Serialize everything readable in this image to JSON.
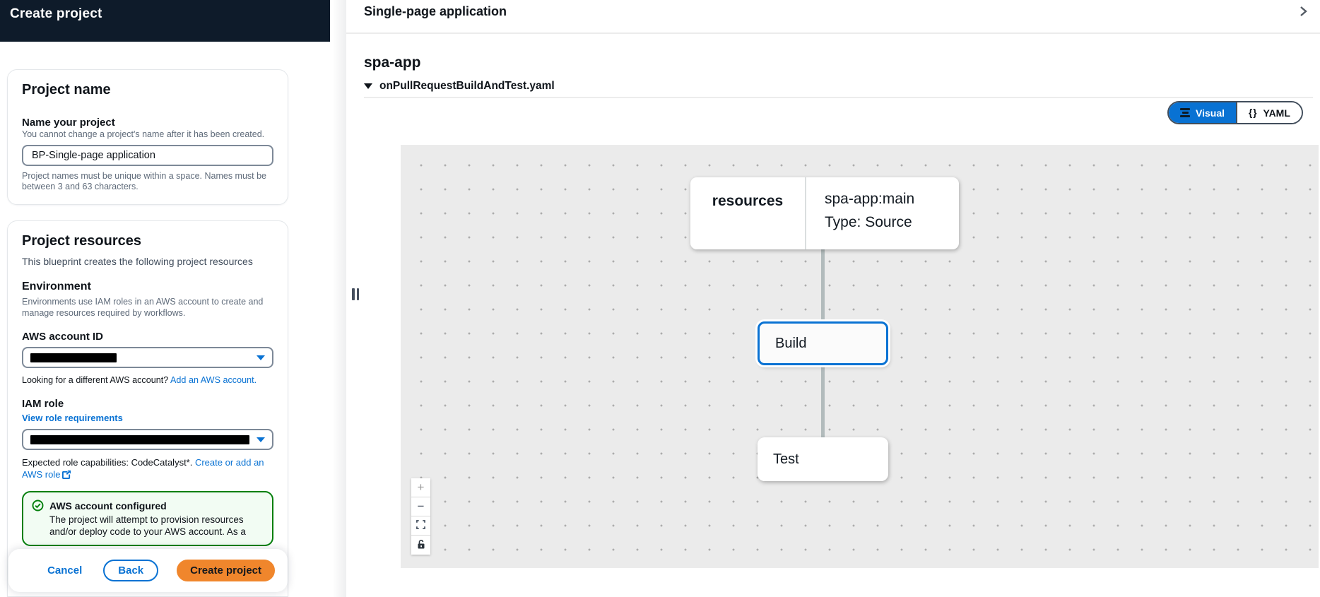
{
  "wizard": {
    "header_title": "Create project",
    "project_name_card": {
      "title": "Project name",
      "field_label": "Name your project",
      "field_help": "You cannot change a project's name after it has been created.",
      "input_value": "BP-Single-page application",
      "constraint": "Project names must be unique within a space. Names must be between 3 and 63 characters."
    },
    "project_resources_card": {
      "title": "Project resources",
      "description": "This blueprint creates the following project resources",
      "environment_title": "Environment",
      "environment_description": "Environments use IAM roles in an AWS account to create and manage resources required by workflows.",
      "account_label": "AWS account ID",
      "account_help_prefix": "Looking for a different AWS account? ",
      "account_help_link": "Add an AWS account.",
      "iam_label": "IAM role",
      "iam_requirements_link": "View role requirements",
      "iam_help_prefix": "Expected role capabilities: CodeCatalyst*. ",
      "iam_help_link": "Create or add an AWS role",
      "alert": {
        "title": "AWS account configured",
        "text": "The project will attempt to provision resources and/or deploy code to your AWS account. As a"
      }
    },
    "footer": {
      "cancel_label": "Cancel",
      "back_label": "Back",
      "create_label": "Create project"
    }
  },
  "preview": {
    "title": "Single-page application",
    "app_name": "spa-app",
    "workflow_file": "onPullRequestBuildAndTest.yaml",
    "toggle": {
      "visual_label": "Visual",
      "yaml_label": "YAML",
      "yaml_icon": "{}"
    },
    "diagram": {
      "source_node_group": "resources",
      "source_node_title": "spa-app:main",
      "source_node_subtitle": "Type: Source",
      "build_node_label": "Build",
      "test_node_label": "Test"
    },
    "zoom_controls": {
      "zoom_in_glyph": "+",
      "zoom_out_glyph": "−"
    }
  },
  "colors": {
    "accent_blue": "#0972d3",
    "header_navy": "#0e1b2a",
    "success_green": "#037f0c",
    "primary_orange": "#f0862c",
    "canvas_gray": "#ebebeb"
  }
}
